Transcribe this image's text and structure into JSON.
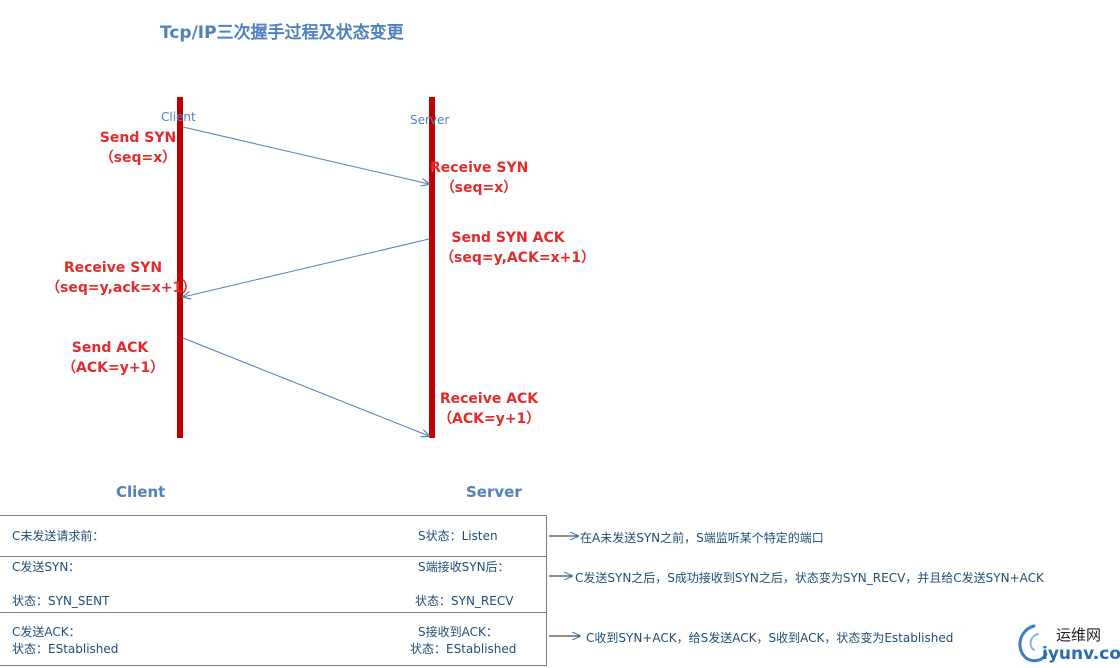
{
  "title": "Tcp/IP三次握手过程及状态变更",
  "lifelines": {
    "client": "Client",
    "server": "Server"
  },
  "messages": [
    {
      "side": "client",
      "line1": "Send SYN",
      "line2": "（seq=x）"
    },
    {
      "side": "server",
      "line1": "Receive SYN",
      "line2": "（seq=x）"
    },
    {
      "side": "server",
      "line1": "Send SYN ACK",
      "line2": "（seq=y,ACK=x+1）"
    },
    {
      "side": "client",
      "line1": "Receive SYN",
      "line2": "（seq=y,ack=x+1）"
    },
    {
      "side": "client",
      "line1": "Send  ACK",
      "line2": "（ACK=y+1）"
    },
    {
      "side": "server",
      "line1": "Receive ACK",
      "line2": "（ACK=y+1）"
    }
  ],
  "table": {
    "client_header": "Client",
    "server_header": "Server",
    "rows": [
      {
        "client": [
          "C未发送请求前："
        ],
        "server": [
          "S状态：Listen"
        ],
        "note": "在A未发送SYN之前，S端监听某个特定的端口"
      },
      {
        "client": [
          "C发送SYN：",
          "状态：SYN_SENT"
        ],
        "server": [
          "S端接收SYN后：",
          "状态：SYN_RECV"
        ],
        "note": "C发送SYN之后，S成功接收到SYN之后，状态变为SYN_RECV，并且给C发送SYN+ACK"
      },
      {
        "client": [
          "C发送ACK：",
          "状态：EStablished"
        ],
        "server": [
          "S接收到ACK：",
          "状态：EStablished"
        ],
        "note": "C收到SYN+ACK，给S发送ACK，S收到ACK，状态变为Established"
      }
    ]
  },
  "watermark": {
    "name": "运维网",
    "url": "iyunv.com"
  },
  "colors": {
    "lifeline": "#c00000",
    "arrow": "#4f81bd",
    "label": "#e32b2b",
    "text": "#1f4e79",
    "heading": "#4f81bd"
  }
}
